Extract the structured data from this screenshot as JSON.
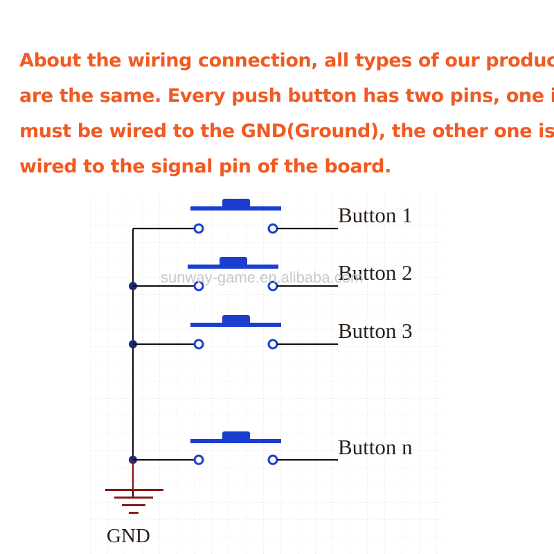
{
  "intro": {
    "lines": [
      "About the wiring connection, all types of our products",
      "are the same. Every push button has two pins, one is",
      "must be wired to the GND(Ground), the other one is",
      "wired to the signal pin of the board."
    ],
    "color": "#f15a22"
  },
  "diagram": {
    "buttons": [
      {
        "label": "Button 1"
      },
      {
        "label": "Button 2"
      },
      {
        "label": "Button 3"
      },
      {
        "label": "Button n"
      }
    ],
    "ground_label": "GND",
    "watermark": "sunway-game.en.alibaba.com",
    "switch_color": "#1a3fd0",
    "wire_color": "#111111",
    "node_color": "#1a2a7a",
    "ground_color": "#8a1a1a"
  }
}
